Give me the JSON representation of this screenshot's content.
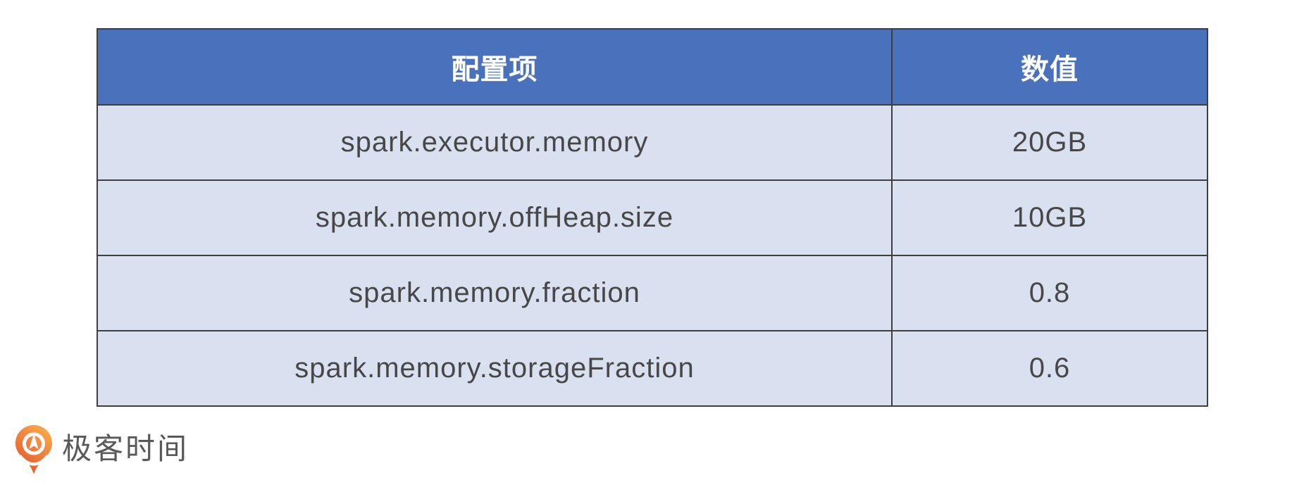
{
  "table": {
    "columns": [
      {
        "label": "配置项"
      },
      {
        "label": "数值"
      }
    ],
    "rows": [
      {
        "config": "spark.executor.memory",
        "value": "20GB"
      },
      {
        "config": "spark.memory.offHeap.size",
        "value": "10GB"
      },
      {
        "config": "spark.memory.fraction",
        "value": "0.8"
      },
      {
        "config": "spark.memory.storageFraction",
        "value": "0.6"
      }
    ]
  },
  "logo": {
    "text": "极客时间",
    "icon": "geektime-pin-icon"
  },
  "colors": {
    "page_bg": "#ffffff",
    "header_bg": "#4a72bc",
    "header_text": "#ffffff",
    "row_bg": "#d9e1f1",
    "cell_text": "#474747",
    "table_border": "#3e3e3e",
    "logo_text": "#595959",
    "logo_orange_light": "#f9ab4e",
    "logo_orange_dark": "#e2512a"
  },
  "chart_data": {
    "type": "table",
    "title": "",
    "columns": [
      "配置项",
      "数值"
    ],
    "rows": [
      [
        "spark.executor.memory",
        "20GB"
      ],
      [
        "spark.memory.offHeap.size",
        "10GB"
      ],
      [
        "spark.memory.fraction",
        "0.8"
      ],
      [
        "spark.memory.storageFraction",
        "0.6"
      ]
    ]
  }
}
